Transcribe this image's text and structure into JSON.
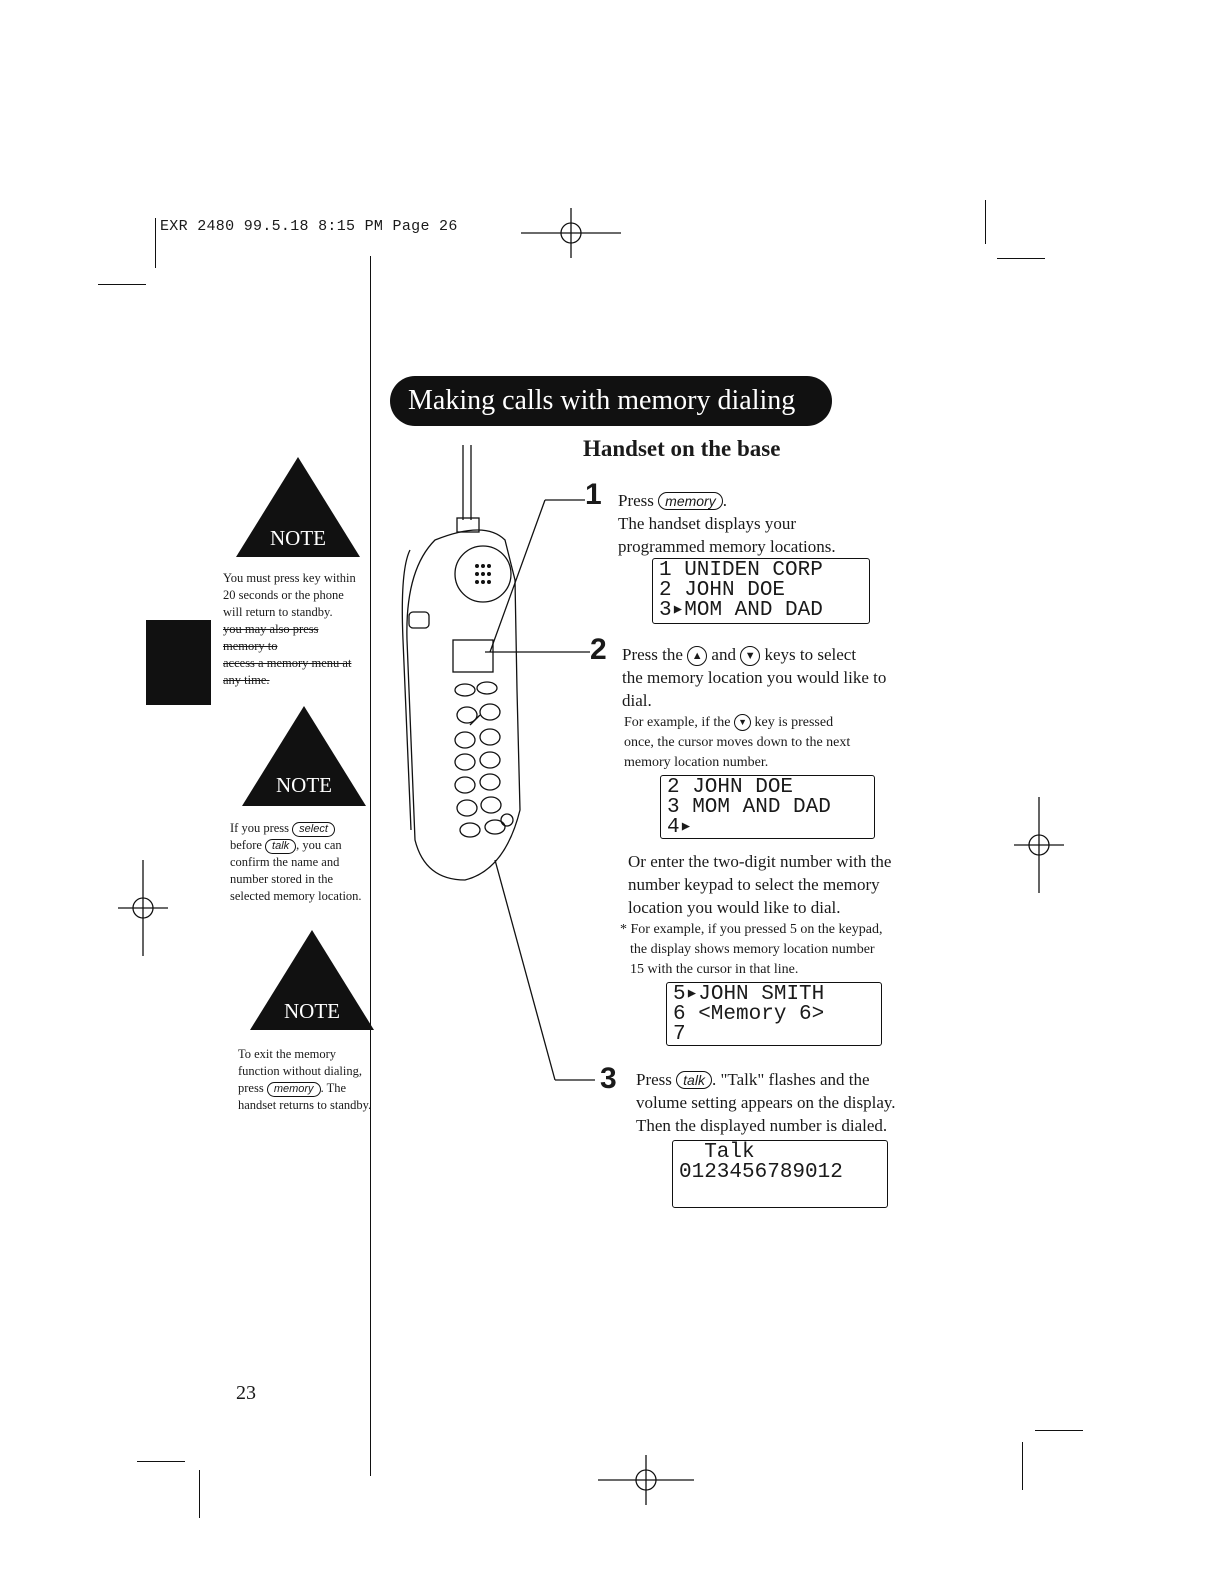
{
  "header": {
    "text": "EXR 2480  99.5.18 8:15 PM  Page 26"
  },
  "banner": {
    "title": "Making calls with memory dialing"
  },
  "subhead": {
    "title": "Handset on the base"
  },
  "note_label": "NOTE",
  "notes": [
    {
      "lines": [
        "You must press key within",
        "20 seconds or the phone",
        "will return to standby.",
        "you may also press memory to",
        "access a memory menu at",
        "any time."
      ]
    },
    {
      "prefix": "If you press",
      "key1": "select",
      "mid": "before",
      "key2": "talk",
      "suffix": ", you can",
      "lines": [
        "confirm the name and",
        "number stored in the",
        "selected memory location."
      ]
    },
    {
      "lines": [
        "To exit the memory",
        "function without dialing,"
      ],
      "prefix": "press",
      "key": "memory",
      "suffix": ". The",
      "tail": "handset returns to standby."
    }
  ],
  "steps": {
    "s1": {
      "num": "1",
      "press": "Press",
      "key": "memory",
      "period": ".",
      "line1": "The handset displays your",
      "line2": "programmed memory locations."
    },
    "s2": {
      "num": "2",
      "press": "Press the",
      "and": "and",
      "rest": "keys to select",
      "line1": "the memory location you would like to",
      "line2": "dial.",
      "ex1a": "For example, if the",
      "ex1b": "key is pressed",
      "ex2": "once, the cursor moves down to the next",
      "ex3": "memory location number.",
      "or1": "Or enter the two-digit number with the",
      "or2": "number keypad to select the memory",
      "or3": "location you would like to dial.",
      "ex4": "For example, if you pressed 5 on the keypad,",
      "ex5": "the display shows memory location number",
      "ex6": "15 with the cursor in that line."
    },
    "s3": {
      "num": "3",
      "press": "Press",
      "key": "talk",
      "mid": ". \"Talk\" flashes and the",
      "line1": "volume setting appears on the display.",
      "line2": "Then the displayed number is dialed."
    }
  },
  "lcd1": [
    "1 UNIDEN CORP",
    "2 JOHN DOE",
    "3▸MOM AND DAD"
  ],
  "lcd2": [
    "2 JOHN DOE",
    "3 MOM AND DAD",
    "4▸"
  ],
  "lcd3": [
    "5▸JOHN SMITH",
    "6 <Memory 6>",
    "7"
  ],
  "lcd4": [
    "  Talk",
    "0123456789012"
  ],
  "page_number": "23"
}
